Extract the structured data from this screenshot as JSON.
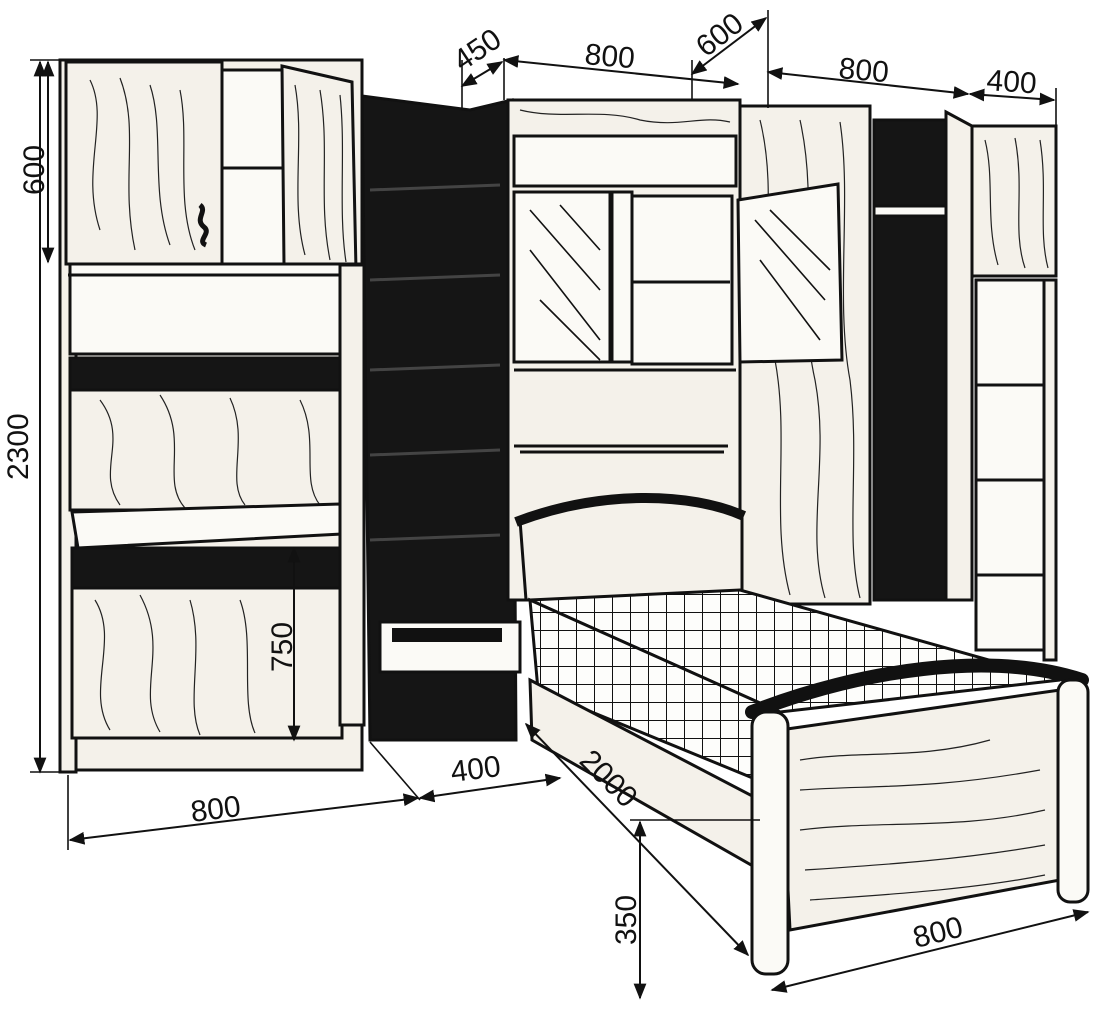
{
  "dimensions": {
    "left_unit_height": "2300",
    "top_cabinet_height": "600",
    "desk_height": "750",
    "left_unit_width": "800",
    "corner_depth": "400",
    "top_corner_depth": "450",
    "middle_width": "800",
    "top_right_depth": "600",
    "wardrobe_width": "800",
    "right_shelf_width": "400",
    "bed_length": "2000",
    "bed_height": "350",
    "bed_width": "800"
  }
}
